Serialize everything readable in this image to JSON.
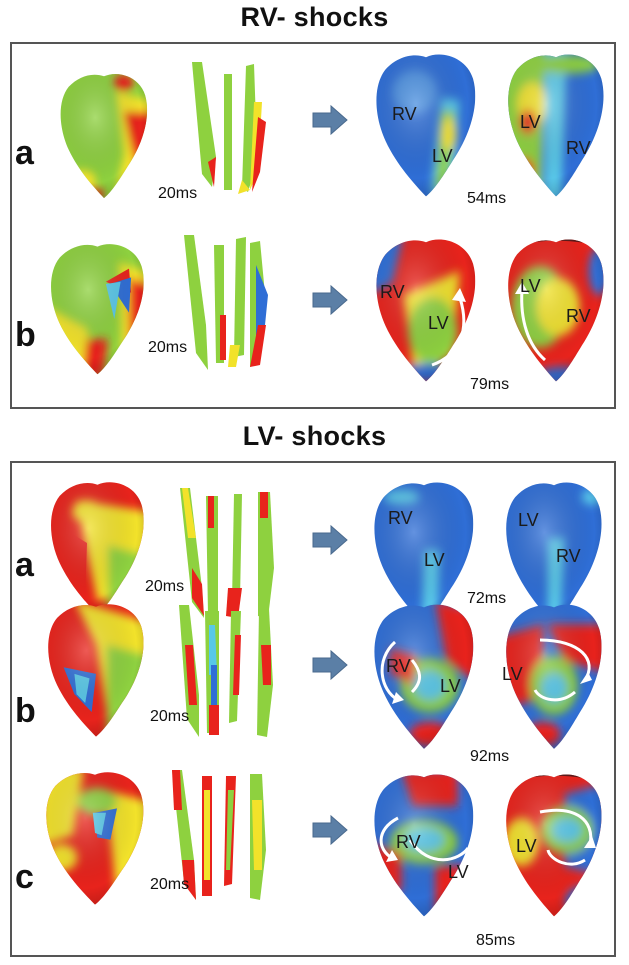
{
  "sections": [
    {
      "title": "RV- shocks",
      "rows": [
        {
          "letter": "a",
          "time_left": "20ms",
          "time_right": "54ms",
          "labels": [
            "RV",
            "LV",
            "LV",
            "RV"
          ]
        },
        {
          "letter": "b",
          "time_left": "20ms",
          "time_right": "79ms",
          "labels": [
            "RV",
            "LV",
            "LV",
            "RV"
          ]
        }
      ]
    },
    {
      "title": "LV- shocks",
      "rows": [
        {
          "letter": "a",
          "time_left": "20ms",
          "time_right": "72ms",
          "labels": [
            "RV",
            "LV",
            "LV",
            "RV"
          ]
        },
        {
          "letter": "b",
          "time_left": "20ms",
          "time_right": "92ms",
          "labels": [
            "RV",
            "LV",
            "LV"
          ]
        },
        {
          "letter": "c",
          "time_left": "20ms",
          "time_right": "85ms",
          "labels": [
            "RV",
            "LV",
            "LV"
          ]
        }
      ]
    }
  ],
  "colors": {
    "excited": "#e8231c",
    "intermediate": "#f2e22a",
    "green": "#8ed13f",
    "resting": "#2f6ed6",
    "cyan": "#58c8e8",
    "arrow": "#5b7fa6",
    "border": "#555555"
  }
}
